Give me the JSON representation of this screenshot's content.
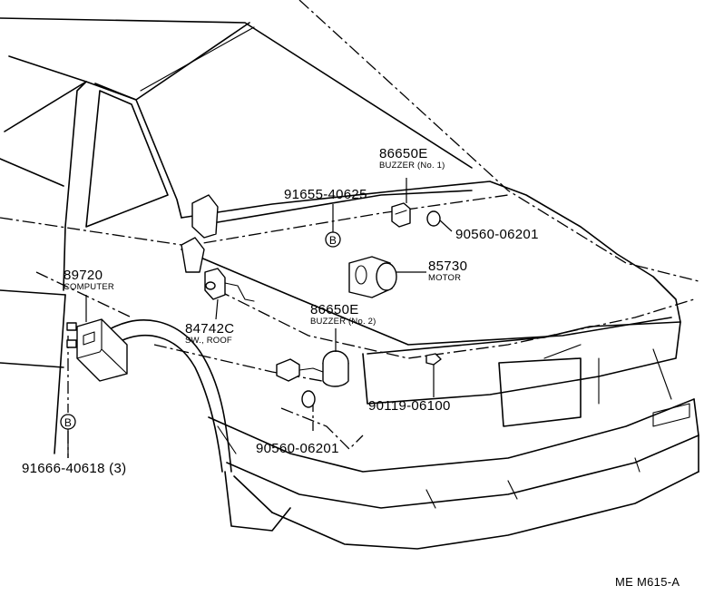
{
  "labels": {
    "buzzer1_pn": "86650E",
    "buzzer1_desc": "BUZZER (No. 1)",
    "bolt_top_pn": "91655-40625",
    "bolt_top_mark": "B",
    "nut_top_pn": "90560-06201",
    "motor_pn": "85730",
    "motor_desc": "MOTOR",
    "computer_pn": "89720",
    "computer_desc": "COMPUTER",
    "switch_pn": "84742C",
    "switch_desc": "SW., ROOF",
    "buzzer2_pn": "86650E",
    "buzzer2_desc": "BUZZER (No. 2)",
    "bolt_right_pn": "90119-06100",
    "nut_bottom_pn": "90560-06201",
    "bolt_left_mark": "B",
    "bolt_left_pn": "91666-40618 (3)",
    "diagram_code": "ME M615-A"
  }
}
